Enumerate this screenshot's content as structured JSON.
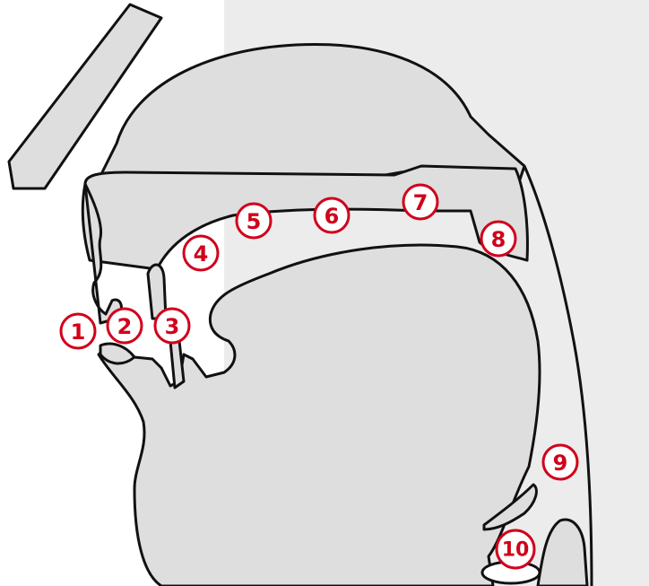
{
  "colors": {
    "background": "#ffffff",
    "tissue": "#dedede",
    "outline": "#111111",
    "marker": "#d0021b"
  },
  "markers": [
    {
      "label": "1"
    },
    {
      "label": "2"
    },
    {
      "label": "3"
    },
    {
      "label": "4"
    },
    {
      "label": "5"
    },
    {
      "label": "6"
    },
    {
      "label": "7"
    },
    {
      "label": "8"
    },
    {
      "label": "9"
    },
    {
      "label": "10"
    }
  ]
}
